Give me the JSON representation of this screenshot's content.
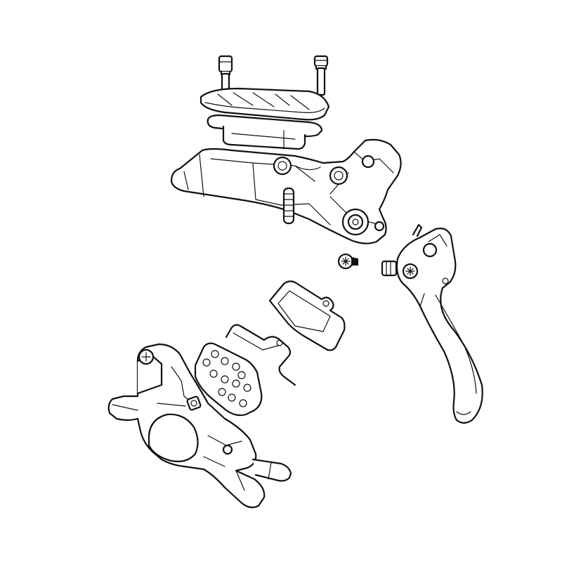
{
  "diagram": {
    "style": "exploded line-art drawing, no text labels",
    "colors": {
      "background": "#ffffff",
      "line": "#111111"
    },
    "parts": [
      "bolt-left",
      "bolt-right",
      "reservoir-cover",
      "reservoir-diaphragm",
      "master-cylinder-body",
      "pivot-screw",
      "brake-lever-blade",
      "brake-pad-rear",
      "pad-spring-clip",
      "brake-pad-front",
      "brake-caliper"
    ]
  }
}
